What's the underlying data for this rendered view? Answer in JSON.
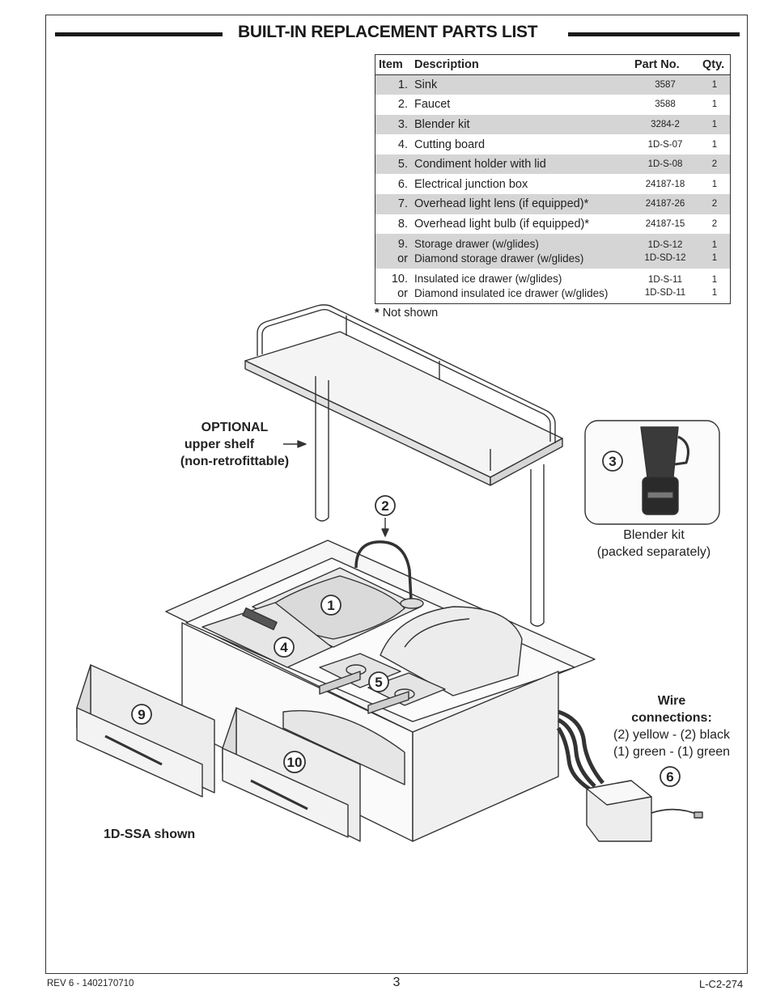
{
  "title": "BUILT-IN REPLACEMENT PARTS LIST",
  "table": {
    "headers": {
      "item": "Item",
      "description": "Description",
      "part_no": "Part No.",
      "qty": "Qty."
    },
    "rows": [
      {
        "item": "1.",
        "description": "Sink",
        "part_no": "3587",
        "qty": "1"
      },
      {
        "item": "2.",
        "description": "Faucet",
        "part_no": "3588",
        "qty": "1"
      },
      {
        "item": "3.",
        "description": "Blender kit",
        "part_no": "3284-2",
        "qty": "1"
      },
      {
        "item": "4.",
        "description": "Cutting board",
        "part_no": "1D-S-07",
        "qty": "1"
      },
      {
        "item": "5.",
        "description": "Condiment holder with lid",
        "part_no": "1D-S-08",
        "qty": "2"
      },
      {
        "item": "6.",
        "description": "Electrical junction box",
        "part_no": "24187-18",
        "qty": "1"
      },
      {
        "item": "7.",
        "description": "Overhead light lens (if equipped)*",
        "part_no": "24187-26",
        "qty": "2"
      },
      {
        "item": "8.",
        "description": "Overhead light bulb (if equipped)*",
        "part_no": "24187-15",
        "qty": "2"
      }
    ],
    "double_rows": [
      {
        "item": "9.",
        "item_or": "or",
        "description_a": "Storage drawer (w/glides)",
        "description_b": "Diamond storage drawer (w/glides)",
        "part_a": "1D-S-12",
        "part_b": "1D-SD-12",
        "qty_a": "1",
        "qty_b": "1"
      },
      {
        "item": "10.",
        "item_or": "or",
        "description_a": "Insulated ice drawer (w/glides)",
        "description_b": "Diamond insulated ice drawer (w/glides)",
        "part_a": "1D-S-11",
        "part_b": "1D-SD-11",
        "qty_a": "1",
        "qty_b": "1"
      }
    ]
  },
  "footnote": {
    "star": "*",
    "text": "Not shown"
  },
  "labels": {
    "optional_line1": "OPTIONAL",
    "optional_line2": "upper shelf",
    "optional_line3": "(non-retrofittable)",
    "blender_line1": "Blender kit",
    "blender_line2": "(packed separately)",
    "wire_title1": "Wire",
    "wire_title2": "connections:",
    "wire_line1": "(2) yellow - (2) black",
    "wire_line2": "(1) green - (1) green",
    "model_shown": "1D-SSA shown"
  },
  "callouts": [
    "1",
    "2",
    "3",
    "4",
    "5",
    "6",
    "9",
    "10"
  ],
  "footer": {
    "rev": "REV 6 - 1402170710",
    "page": "3",
    "doc": "L-C2-274"
  }
}
